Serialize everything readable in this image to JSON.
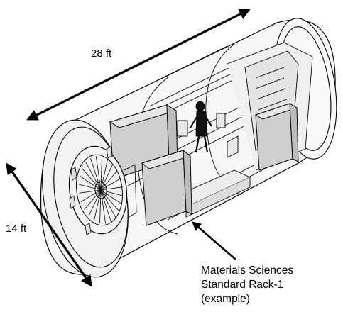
{
  "dimensions": {
    "length_label": "28 ft",
    "diameter_label": "14 ft"
  },
  "callout": {
    "lines": [
      "Materials Sciences",
      "Standard Rack-1",
      "(example)"
    ]
  },
  "colors": {
    "ink": "#000000",
    "shell": "#f4f4f4",
    "rack_fill": "#cfcfcf",
    "rack_top": "#e6e6e6",
    "figure": "#111111"
  }
}
